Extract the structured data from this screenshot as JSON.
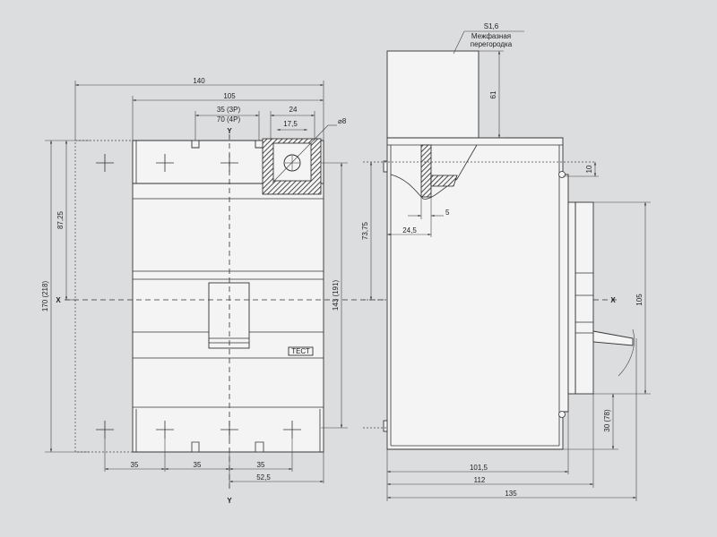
{
  "front": {
    "dim_140": "140",
    "dim_105": "105",
    "dim_35_3p": "35 (3P)",
    "dim_70_4p": "70 (4P)",
    "dim_24": "24",
    "dim_17_5": "17,5",
    "dim_phi8": "⌀8",
    "dim_87_25": "87,25",
    "dim_170_218": "170 (218)",
    "dim_143_191": "143 (191)",
    "dim_35_a": "35",
    "dim_35_b": "35",
    "dim_35_c": "35",
    "dim_52_5": "52,5",
    "axis_y_top": "Y",
    "axis_y_bottom": "Y",
    "axis_x_left": "X",
    "test_label": "ТЕСТ"
  },
  "side": {
    "s16": "S1,6",
    "barrier_line1": "Межфазная",
    "barrier_line2": "перегородка",
    "dim_61": "61",
    "dim_10": "10",
    "dim_73_75": "73,75",
    "dim_5": "5",
    "dim_24_5": "24,5",
    "dim_105": "105",
    "dim_30_78": "30 (78)",
    "dim_101_5": "101,5",
    "dim_112": "112",
    "dim_135": "135",
    "axis_x_right": "X"
  }
}
